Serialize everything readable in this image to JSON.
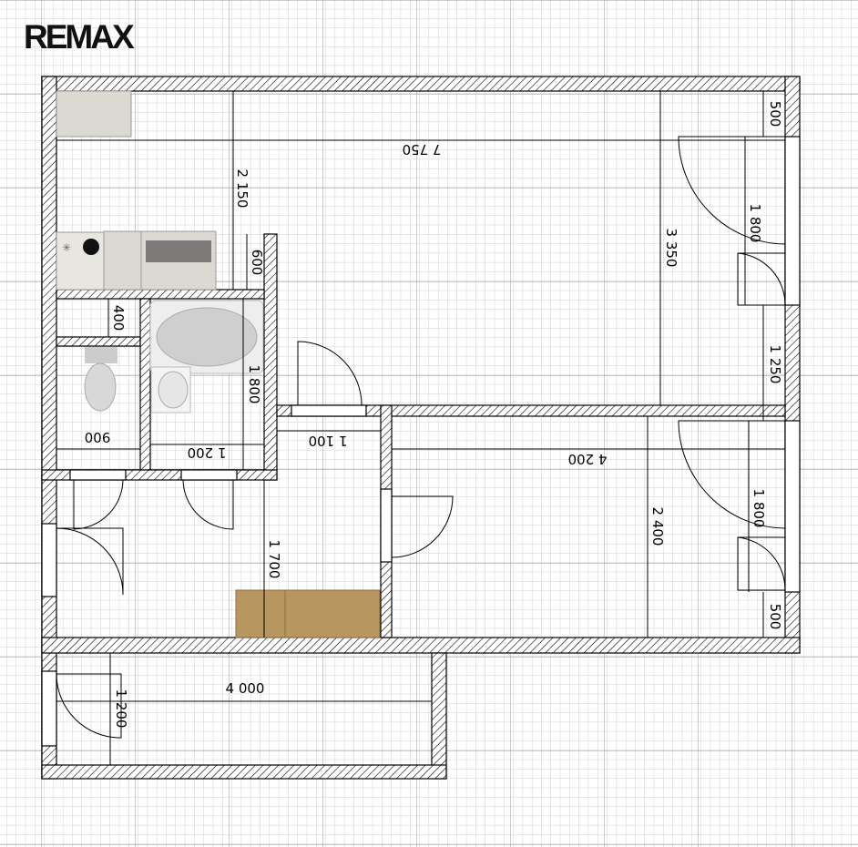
{
  "logo": {
    "text": "REMAX"
  },
  "colors": {
    "grid_minor": "#cfcfcf",
    "grid_major": "#9a9a9a",
    "wall": "#000000",
    "counter": "#dcd9d2",
    "wardrobe": "#b8965f"
  },
  "dimensions": {
    "top_width": "7 750",
    "kitchen_depth": "2 150",
    "counter_depth": "600",
    "living_depth": "3 350",
    "top_right_pier": "500",
    "window_top": "1 800",
    "right_pier_mid": "1 250",
    "pantry_depth": "400",
    "bath_depth": "1 800",
    "wc_width": "900",
    "bath_width": "1 200",
    "hall_width": "1 100",
    "bedroom_width": "4 200",
    "bedroom_depth": "2 400",
    "window_bottom": "1 800",
    "bottom_right_pier": "500",
    "hall_length": "1 700",
    "balcony_width": "4 000",
    "balcony_depth": "1 200"
  }
}
